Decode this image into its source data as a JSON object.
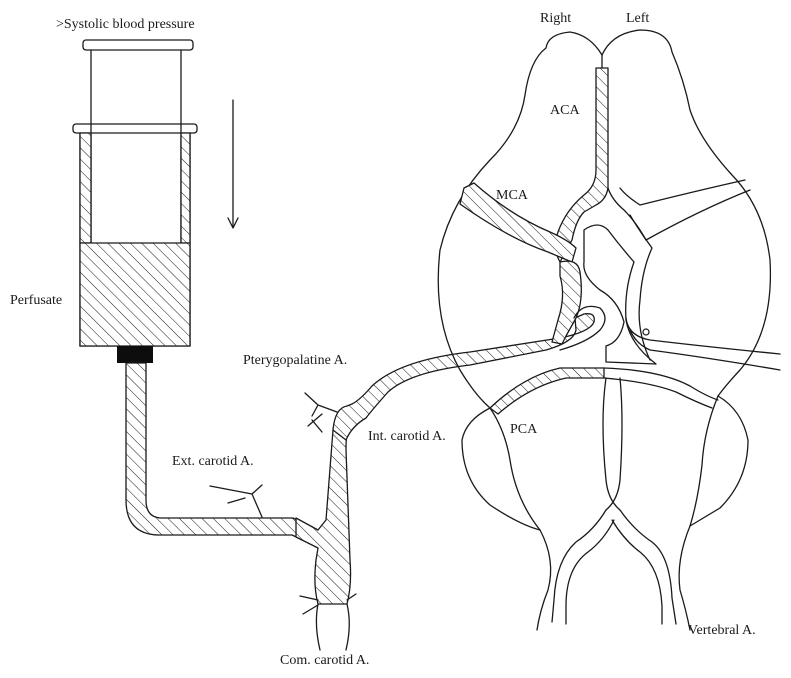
{
  "labels": {
    "pressure": ">Systolic blood pressure",
    "perfusate": "Perfusate",
    "right": "Right",
    "left": "Left",
    "aca": "ACA",
    "mca": "MCA",
    "pca": "PCA",
    "pterygopalatine": "Pterygopalatine A.",
    "int_carotid": "Int. carotid A.",
    "ext_carotid": "Ext. carotid A.",
    "com_carotid": "Com. carotid A.",
    "vertebral": "Vertebral A."
  }
}
